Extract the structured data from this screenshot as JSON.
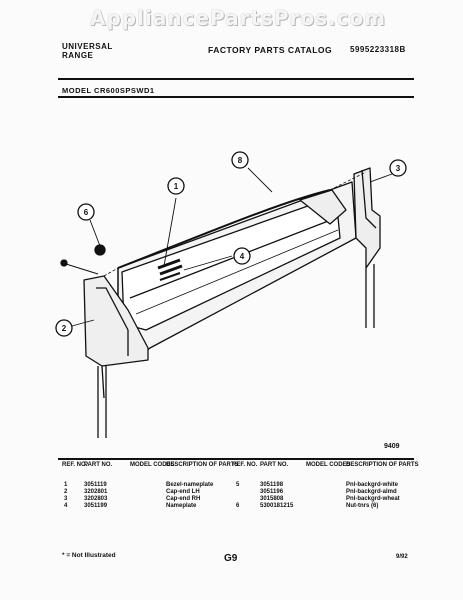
{
  "header": {
    "watermark": "AppliancePartsPros.com",
    "brand_line1": "UNIVERSAL",
    "brand_line2": "RANGE",
    "catalog_title": "FACTORY PARTS CATALOG",
    "doc_number": "5995223318B",
    "model": "MODEL CR600SPSWD1"
  },
  "diagram": {
    "callouts": [
      "1",
      "8",
      "3",
      "6",
      "4",
      "2"
    ],
    "date_code": "9409"
  },
  "table": {
    "headers": {
      "ref_no": "REF. NO.",
      "part_no": "PART NO.",
      "model_codes": "MODEL CODES",
      "description": "DESCRIPTION OF PARTS"
    },
    "left_rows": [
      {
        "ref": "1",
        "part": "3051119",
        "desc": "Bezel-nameplate"
      },
      {
        "ref": "2",
        "part": "3202801",
        "desc": "Cap-end LH"
      },
      {
        "ref": "3",
        "part": "3202803",
        "desc": "Cap-end RH"
      },
      {
        "ref": "4",
        "part": "3051199",
        "desc": "Nameplate"
      }
    ],
    "right_rows": [
      {
        "ref": "5",
        "part": "3051198",
        "desc": "Pnl-backgrd-white"
      },
      {
        "ref": "",
        "part": "3051196",
        "desc": "Pnl-backgrd-almd"
      },
      {
        "ref": "",
        "part": "3015808",
        "desc": "Pnl-backgrd-wheat"
      },
      {
        "ref": "6",
        "part": "5300181215",
        "desc": "Nut-tnrs (6)"
      }
    ]
  },
  "footer": {
    "note": "* = Not Illustrated",
    "page": "G9",
    "date_code": "9/92"
  }
}
